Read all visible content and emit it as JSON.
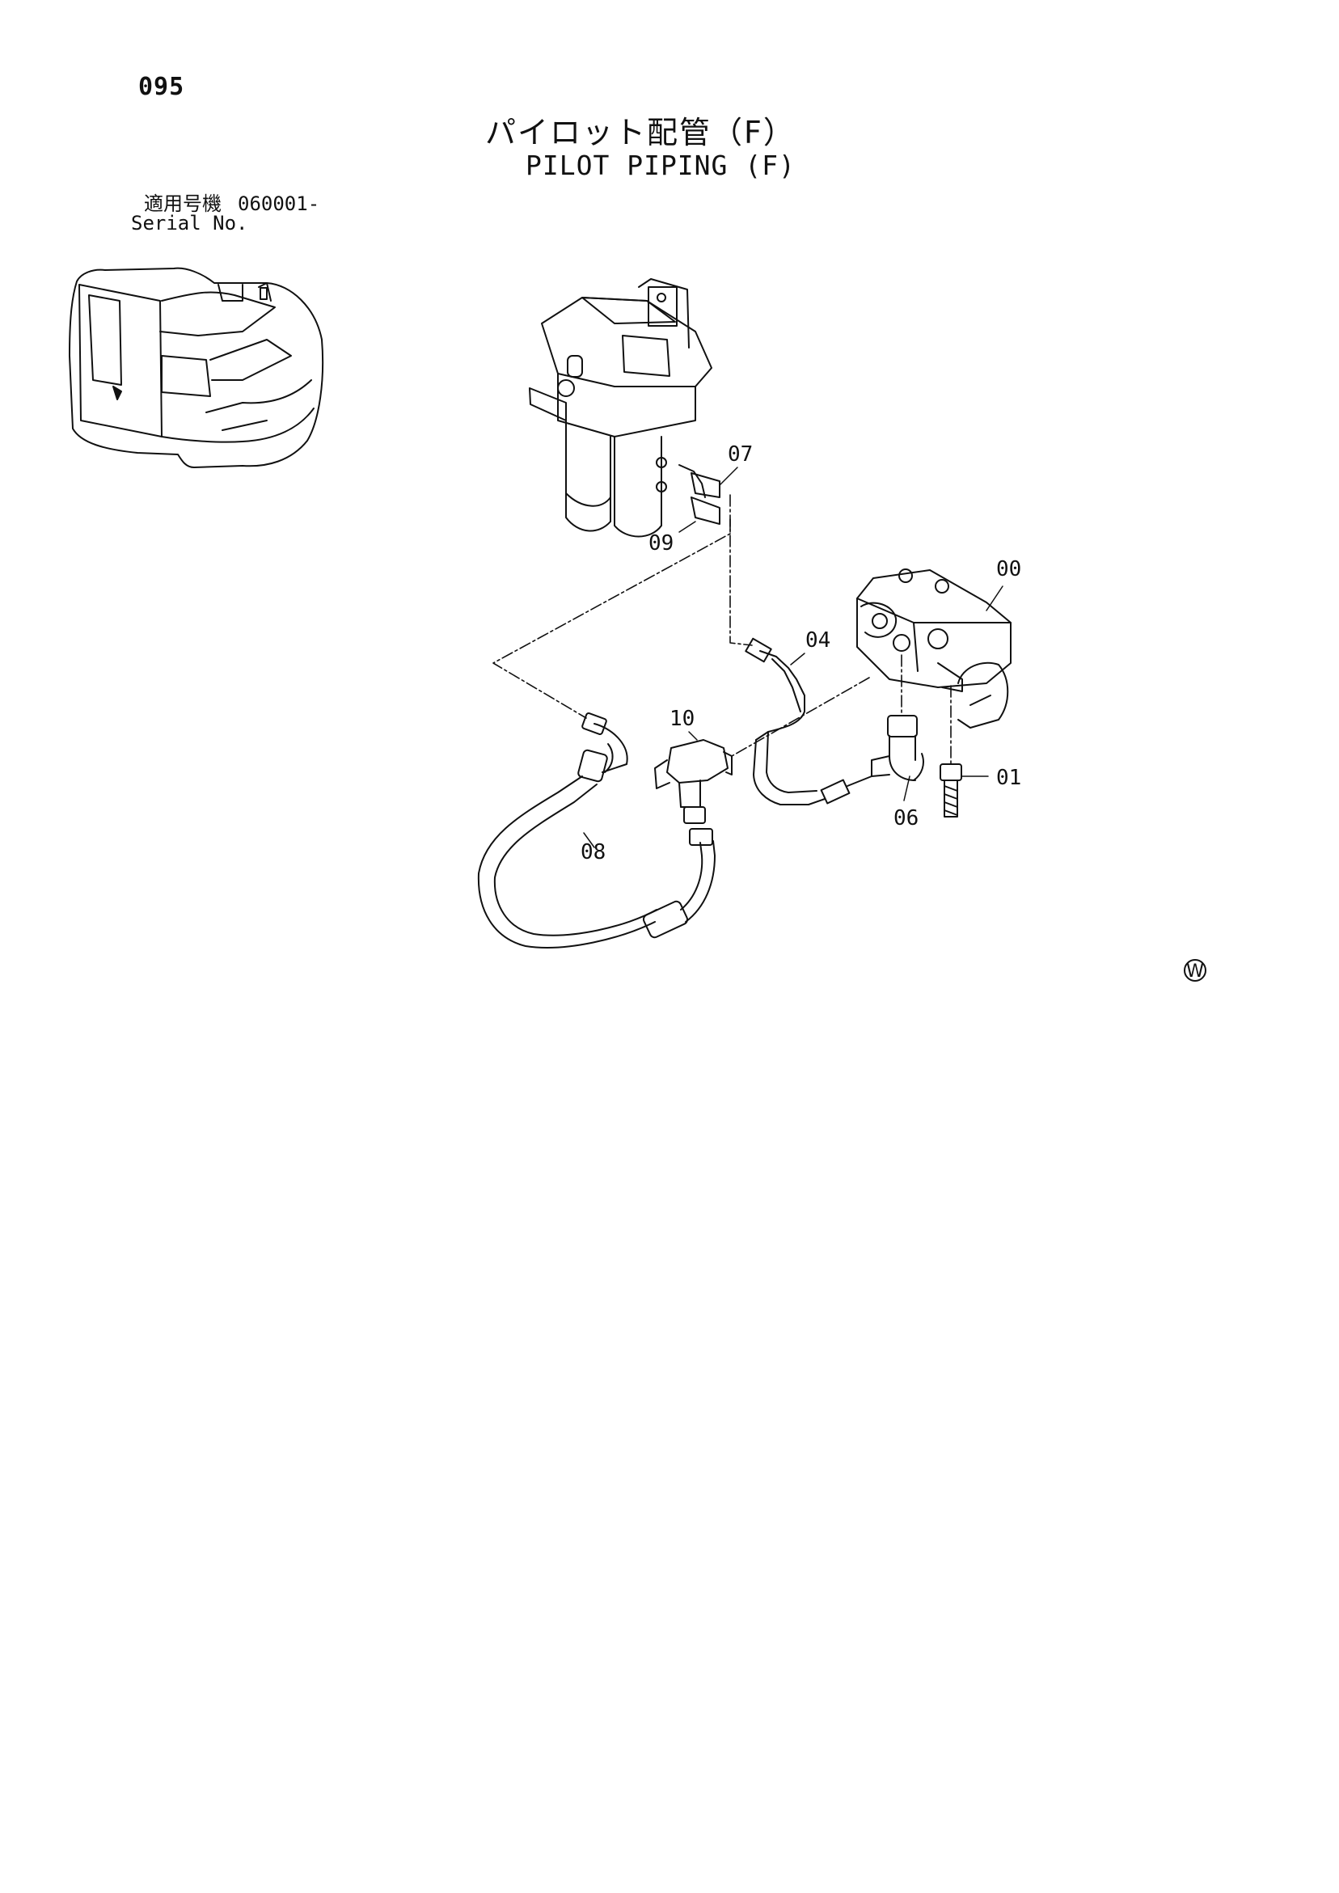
{
  "header": {
    "page_number": "095",
    "title_jp": "パイロット配管（F）",
    "title_en": "PILOT PIPING (F)"
  },
  "serial": {
    "label_jp": "適用号機",
    "value": "060001-",
    "label_en": "Serial No."
  },
  "callouts": {
    "p00": "00",
    "p01": "01",
    "p04": "04",
    "p06": "06",
    "p07": "07",
    "p08": "08",
    "p09": "09",
    "p10": "10"
  },
  "watermark_symbol": "W"
}
